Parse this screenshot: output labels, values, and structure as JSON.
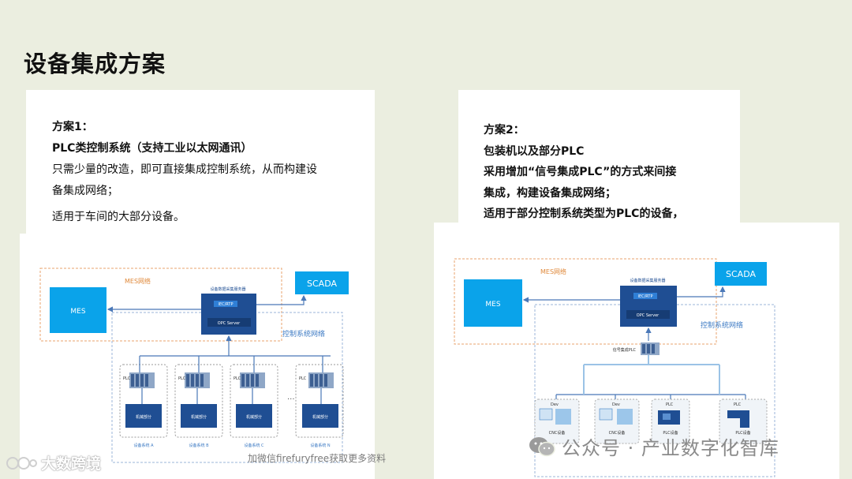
{
  "slide": {
    "title": "设备集成方案"
  },
  "scheme1": {
    "heading": "方案1：",
    "subheading": "PLC类控制系统（支持工业以太网通讯）",
    "desc_line1": "只需少量的改造，即可直接集成控制系统，从而构建设",
    "desc_line2": "备集成网络；",
    "desc_line3": "适用于车间的大部分设备。"
  },
  "scheme2": {
    "heading": "方案2：",
    "line1": "包装机以及部分PLC",
    "line2": "采用增加“信号集成PLC”的方式来间接",
    "line3": "集成，构建设备集成网络；",
    "line4": "适用于部分控制系统类型为PLC的设备，"
  },
  "diagram_a": {
    "mes_net_label": "MES网络",
    "mes_label": "MES",
    "scada_label": "SCADA",
    "server_title": "设备数据采集服务器",
    "server_sub1": "IEC/RTP",
    "server_sub2": "OPC Server",
    "control_net_label": "控制系统网络",
    "ellipsis": "...",
    "devices": [
      {
        "plc": "PLC",
        "module": "机械部分",
        "name": "设备系统 A"
      },
      {
        "plc": "PLC",
        "module": "机械部分",
        "name": "设备系统 B"
      },
      {
        "plc": "PLC",
        "module": "机械部分",
        "name": "设备系统 C"
      },
      {
        "plc": "PLC",
        "module": "机械部分",
        "name": "设备系统 N"
      }
    ]
  },
  "diagram_b": {
    "mes_net_label": "MES网络",
    "mes_label": "MES",
    "scada_label": "SCADA",
    "server_title": "设备数据采集服务器",
    "server_sub1": "IEC/RTP",
    "server_sub2": "OPC Server",
    "control_net_label": "控制系统网络",
    "signal_plc_label": "信号集成PLC",
    "devices": [
      {
        "tag": "Dev",
        "name": "CNC设备"
      },
      {
        "tag": "Dev",
        "name": "CNC设备"
      },
      {
        "tag": "PLC",
        "name": "PLC设备"
      },
      {
        "tag": "PLC",
        "name": "PLC设备"
      }
    ]
  },
  "watermarks": {
    "left": "大数跨境",
    "center": "加微信firefuryfree获取更多资料",
    "right": "公众号 · 产业数字化智库"
  },
  "colors": {
    "background": "#ebeee0",
    "mes_blue": "#0aa3ea",
    "server_blue": "#1f4e93",
    "net_orange": "#e08a3c",
    "net_blue": "#3e7bc4"
  }
}
